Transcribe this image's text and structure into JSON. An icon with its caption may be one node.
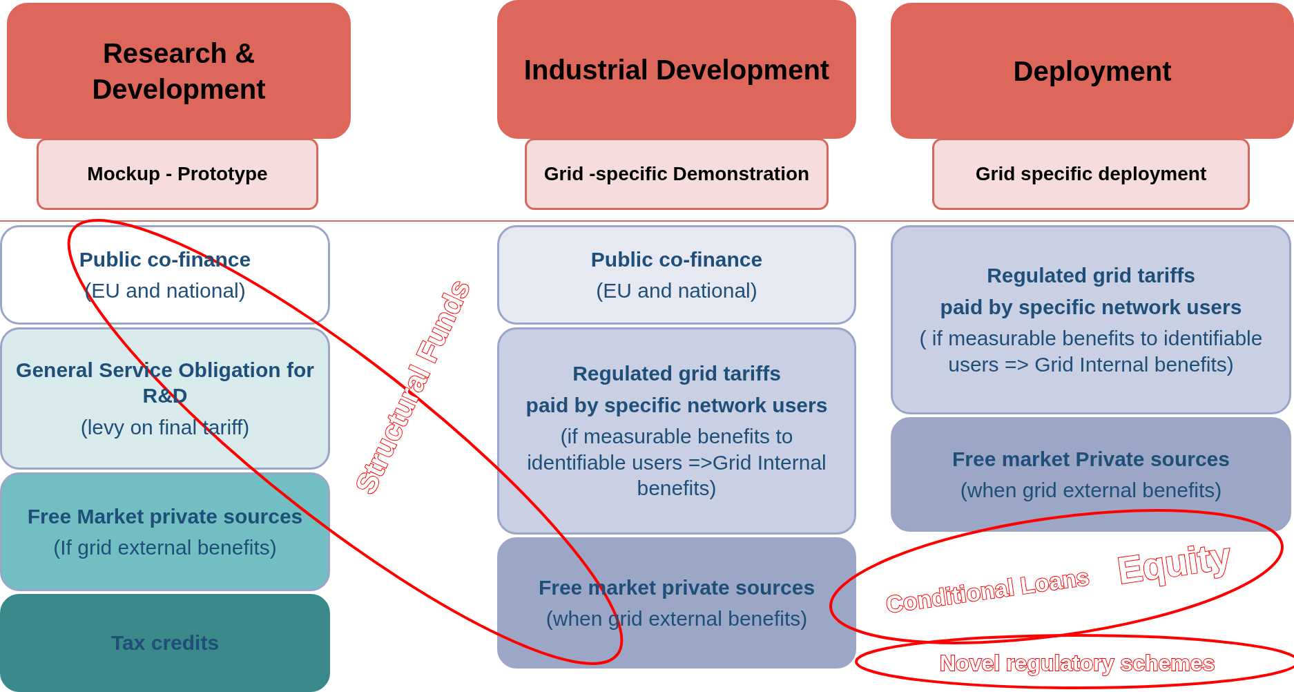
{
  "diagram": {
    "nodes": [
      {
        "text": [
          "Research & Development"
        ]
      },
      {
        "text": [
          "Mockup - Prototype"
        ]
      },
      {
        "text": [
          "Industrial Development"
        ]
      },
      {
        "text": [
          "Grid -specific Demonstration"
        ]
      },
      {
        "text": [
          "Deployment"
        ]
      },
      {
        "text": [
          "Grid specific deployment"
        ]
      },
      {
        "text": [
          "Public co-finance",
          "(EU and  national)"
        ]
      },
      {
        "text": [
          "General Service Obligation for R&D",
          "(levy on final tariff)"
        ]
      },
      {
        "text": [
          "Free Market private sources",
          "(If grid external benefits)"
        ]
      },
      {
        "text": [
          "Tax credits"
        ]
      },
      {
        "text": [
          "Public co-finance",
          "(EU and  national)"
        ]
      },
      {
        "text": [
          "Regulated grid tariffs",
          "paid by specific network users",
          "(if measurable benefits to identifiable users =>Grid Internal benefits)"
        ]
      },
      {
        "text": [
          "Free market private sources",
          "(when grid external benefits)"
        ]
      },
      {
        "text": [
          "Regulated grid tariffs",
          "paid by specific network users",
          "( if measurable benefits to identifiable users => Grid Internal benefits)"
        ]
      },
      {
        "text": [
          "Free market Private sources",
          "(when grid external benefits)"
        ]
      }
    ],
    "edges": [],
    "labels": [
      "Structural  Funds",
      "Conditional Loans",
      "Equity",
      "Novel regulatory schemes"
    ]
  }
}
